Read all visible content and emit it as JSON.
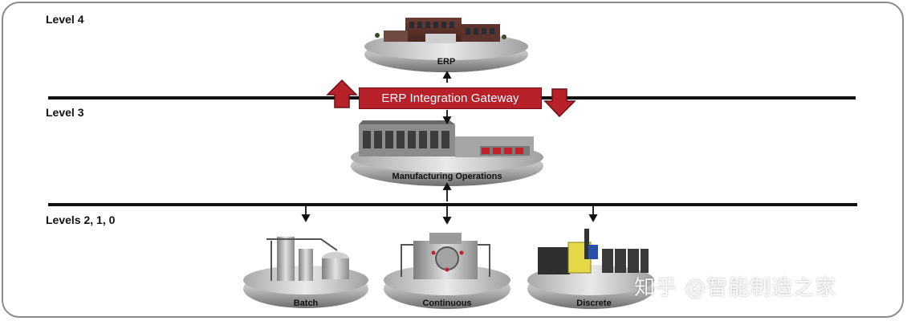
{
  "levels": {
    "level4": "Level 4",
    "level3": "Level 3",
    "levels210": "Levels 2, 1, 0"
  },
  "gateway": {
    "label": "ERP Integration Gateway"
  },
  "platforms": {
    "erp": "ERP",
    "mes": "Manufacturing Operations",
    "batch": "Batch",
    "continuous": "Continuous",
    "discrete": "Discrete"
  },
  "watermark": "知乎 @智能制造之家",
  "colors": {
    "gateway": "#b8202a",
    "line": "#111111",
    "platform": "#c9c9c9"
  }
}
